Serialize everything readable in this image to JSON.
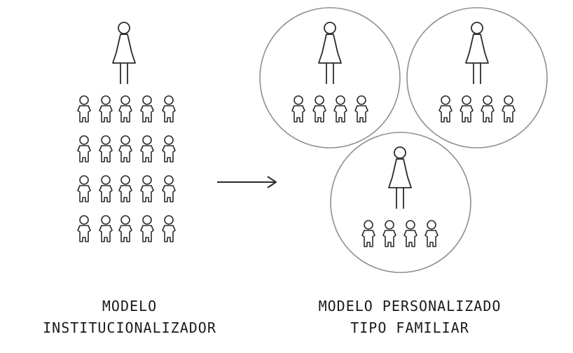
{
  "colors": {
    "stroke": "#2b2b2b",
    "circle": "#8f8f8f",
    "background": "#ffffff"
  },
  "left_model": {
    "caption_line1": "MODELO",
    "caption_line2": "INSTITUCIONALIZADOR",
    "adults": 1,
    "children": 20,
    "children_grid": {
      "rows": 4,
      "cols": 5
    }
  },
  "right_model": {
    "caption_line1": "MODELO PERSONALIZADO",
    "caption_line2": "TIPO FAMILIAR",
    "groups": [
      {
        "adults": 1,
        "children": 4
      },
      {
        "adults": 1,
        "children": 4
      },
      {
        "adults": 1,
        "children": 4
      }
    ]
  },
  "arrow": {
    "icon": "right-arrow-icon"
  }
}
